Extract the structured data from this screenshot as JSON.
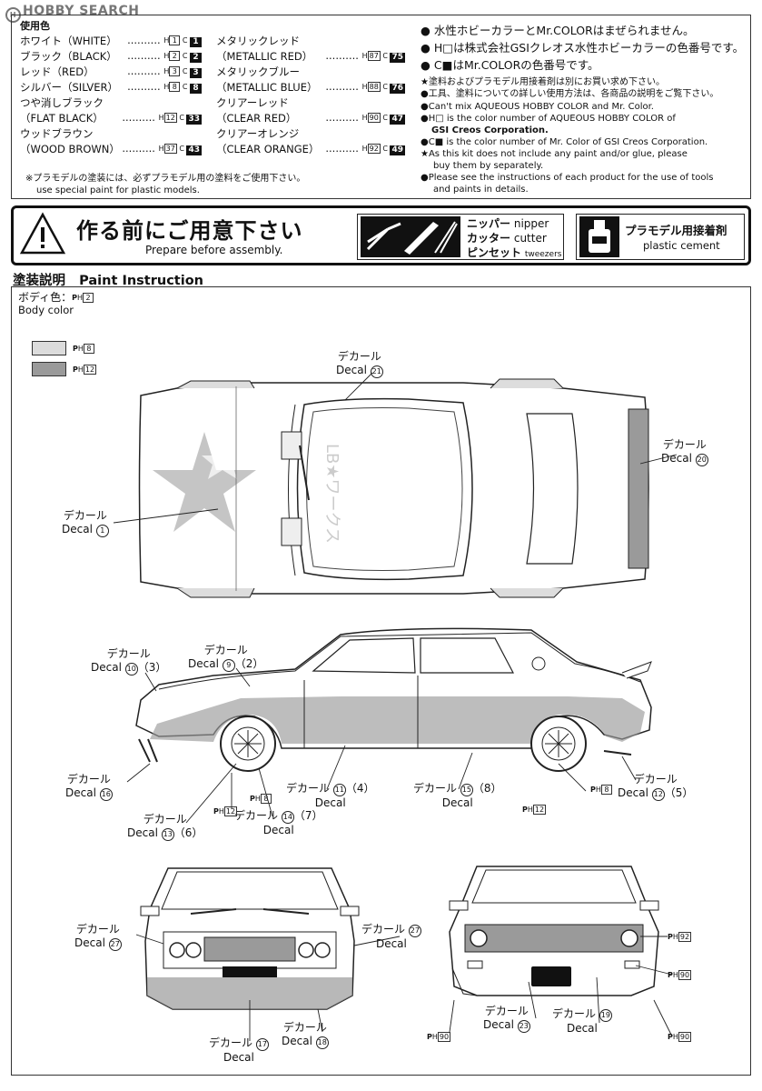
{
  "watermark": {
    "brand": "HOBBY SEARCH"
  },
  "colors_used": {
    "heading": "使用色",
    "left": [
      {
        "name": "ホワイト（WHITE）",
        "h": "1",
        "c": "1"
      },
      {
        "name": "ブラック（BLACK）",
        "h": "2",
        "c": "2"
      },
      {
        "name": "レッド（RED）",
        "h": "3",
        "c": "3"
      },
      {
        "name": "シルバー（SILVER）",
        "h": "8",
        "c": "8"
      },
      {
        "name": "つや消しブラック",
        "h": "",
        "c": ""
      },
      {
        "name": "（FLAT BLACK）",
        "h": "12",
        "c": "33"
      },
      {
        "name": "ウッドブラウン",
        "h": "",
        "c": ""
      },
      {
        "name": "（WOOD BROWN）",
        "h": "37",
        "c": "43"
      }
    ],
    "mid": [
      {
        "name": "メタリックレッド",
        "h": "",
        "c": ""
      },
      {
        "name": "（METALLIC RED）",
        "h": "87",
        "c": "75"
      },
      {
        "name": "メタリックブルー",
        "h": "",
        "c": ""
      },
      {
        "name": "（METALLIC BLUE）",
        "h": "88",
        "c": "76"
      },
      {
        "name": "クリアーレッド",
        "h": "",
        "c": ""
      },
      {
        "name": "（CLEAR RED）",
        "h": "90",
        "c": "47"
      },
      {
        "name": "クリアーオレンジ",
        "h": "",
        "c": ""
      },
      {
        "name": "（CLEAR ORANGE）",
        "h": "92",
        "c": "49"
      }
    ],
    "h_letter": "H",
    "c_letter": "C",
    "note_jp": "※プラモデルの塗装には、必ずプラモデル用の塗料をご使用下さい。",
    "note_en": "use special paint for plastic models."
  },
  "right_notes": {
    "line1": "水性ホビーカラーとMr.COLORはまぜられません。",
    "line2": "H□は株式会社GSIクレオス水性ホビーカラーの色番号です。",
    "line3": "C■はMr.COLORの色番号です。",
    "line4": "★塗料およびプラモデル用接着剤は別にお買い求め下さい。",
    "line5": "●工具、塗料についての詳しい使用方法は、各商品の説明をご覧下さい。",
    "line6": "●Can't mix AQUEOUS HOBBY COLOR and Mr. Color.",
    "line7": "●H□ is the color number of AQUEOUS HOBBY COLOR of",
    "line8": "GSI Creos Corporation.",
    "line9": "●C■ is the color number of Mr. Color of GSI Creos Corporation.",
    "line10": "★As this kit does not include any paint and/or glue, please",
    "line11": "buy them by separately.",
    "line12": "●Please see the instructions of each product for the use of tools",
    "line13": "and paints in details."
  },
  "prepare": {
    "title_jp": "作る前にご用意下さい",
    "title_en": "Prepare before assembly.",
    "tool1_jp": "ニッパー",
    "tool1_en": "nipper",
    "tool2_jp": "カッター",
    "tool2_en": "cutter",
    "tool3_jp": "ピンセット",
    "tool3_en": "tweezers",
    "cement_jp": "プラモデル用接着剤",
    "cement_en": "plastic cement"
  },
  "paint": {
    "title_jp": "塗装説明",
    "title_en": "Paint Instruction",
    "body_jp": "ボディ色：",
    "body_code": "2",
    "body_en": "Body color",
    "swatch1_code": "8",
    "swatch2_code": "12",
    "swatch1_color": "#dcdcdc",
    "swatch2_color": "#9a9a9a"
  },
  "decals": {
    "jp": "デカール",
    "en": "Decal",
    "d21": "21",
    "d20": "20",
    "d1": "1",
    "d10": "10",
    "d10b": "3",
    "d9": "9",
    "d9b": "2",
    "d16": "16",
    "d11": "11",
    "d11b": "4",
    "d15": "15",
    "d15b": "8",
    "d12": "12",
    "d12b": "5",
    "d13": "13",
    "d13b": "6",
    "d14": "14",
    "d14b": "7",
    "d27": "27",
    "d17": "17",
    "d18": "18",
    "d23": "23",
    "d19": "19"
  },
  "callouts": {
    "h12": "12",
    "h8": "8",
    "h92": "92",
    "h90": "90",
    "side_h8_right": "8",
    "side_h12_right": "12",
    "rear_h90_left": "90",
    "rear_h90_right": "90"
  },
  "car": {
    "hood_text": "LB★ワークス"
  }
}
